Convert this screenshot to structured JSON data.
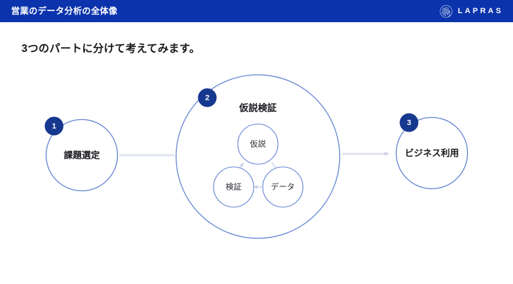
{
  "header": {
    "title": "営業のデータ分析の全体像",
    "brand_name": "LAPRAS",
    "logo_icon": "lapras-fingerprint-icon",
    "bar_color": "#0b33ab"
  },
  "subtitle": "3つのパートに分けて考えてみます。",
  "diagram": {
    "colors": {
      "badge": "#17388f",
      "circle_stroke": "#6183d2",
      "connector": "#d9ddea",
      "text": "#17181c"
    },
    "steps": [
      {
        "badge": "1",
        "label": "課題選定"
      },
      {
        "badge": "2",
        "label": "仮説検証"
      },
      {
        "badge": "3",
        "label": "ビジネス利用"
      }
    ],
    "cycle": {
      "top": "仮説",
      "bottom_left": "検証",
      "bottom_right": "データ"
    },
    "connectors": [
      {
        "from": "課題選定",
        "to": "仮説検証",
        "arrowhead": false
      },
      {
        "from": "仮説検証",
        "to": "ビジネス利用",
        "arrowhead": true
      }
    ],
    "cycle_arrows": [
      {
        "from": "仮説",
        "to": "データ"
      },
      {
        "from": "データ",
        "to": "検証"
      },
      {
        "from": "検証",
        "to": "仮説"
      }
    ]
  }
}
